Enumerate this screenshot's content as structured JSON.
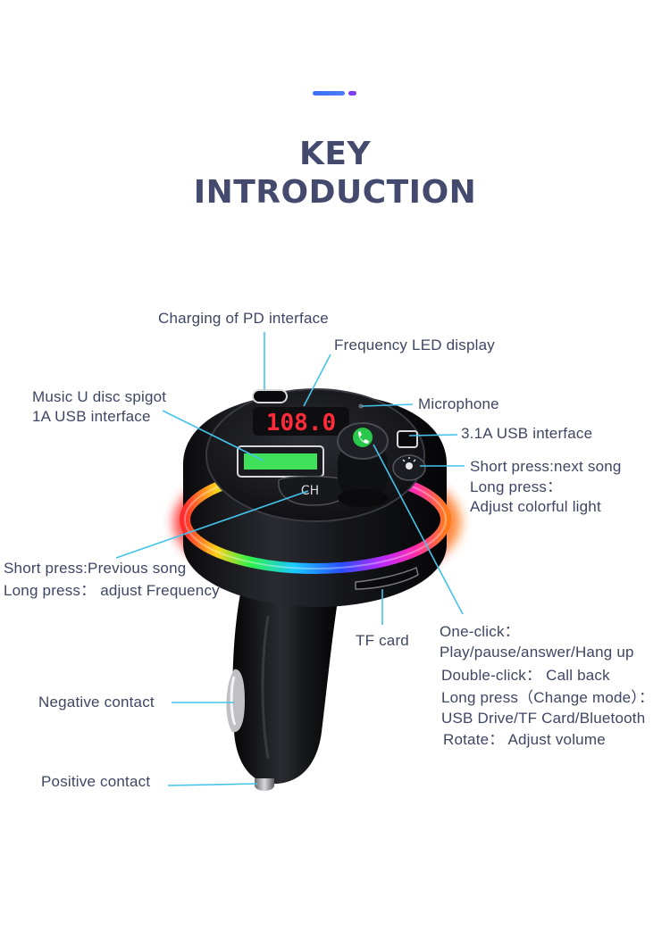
{
  "header": {
    "title_line1": "KEY",
    "title_line2": "INTRODUCTION"
  },
  "device": {
    "display_reading": "108.0",
    "button_label": "CH"
  },
  "labels": {
    "pd_interface": "Charging of PD interface",
    "frequency_display": "Frequency LED display",
    "music_u_disc_line1": "Music U disc spigot",
    "music_u_disc_line2": "1A USB interface",
    "microphone": "Microphone",
    "usb_31a": "3.1A USB interface",
    "next_song_line1": "Short press:next song",
    "next_song_line2": "Long press：",
    "next_song_line3": "Adjust colorful light",
    "ch_line1": "Short press:Previous song",
    "ch_line2": "Long press：  adjust Frequency",
    "tf_card": "TF card",
    "knob_line1": "One-click：",
    "knob_line2": "Play/pause/answer/Hang up",
    "knob_line3": "Double-click：  Call back",
    "knob_line4": "Long press（Change mode）：",
    "knob_line5": "USB Drive/TF Card/Bluetooth",
    "knob_line6": "Rotate：  Adjust volume",
    "negative_contact": "Negative contact",
    "positive_contact": "Positive contact"
  },
  "colors": {
    "title": "#434a6e",
    "text": "#3f4663",
    "leader_line": "#45c3ea",
    "accent_blue": "#3a6ff0",
    "accent_purple": "#7a3df0",
    "display_red": "#ff2a3a",
    "usb_green": "#3fe05a"
  }
}
